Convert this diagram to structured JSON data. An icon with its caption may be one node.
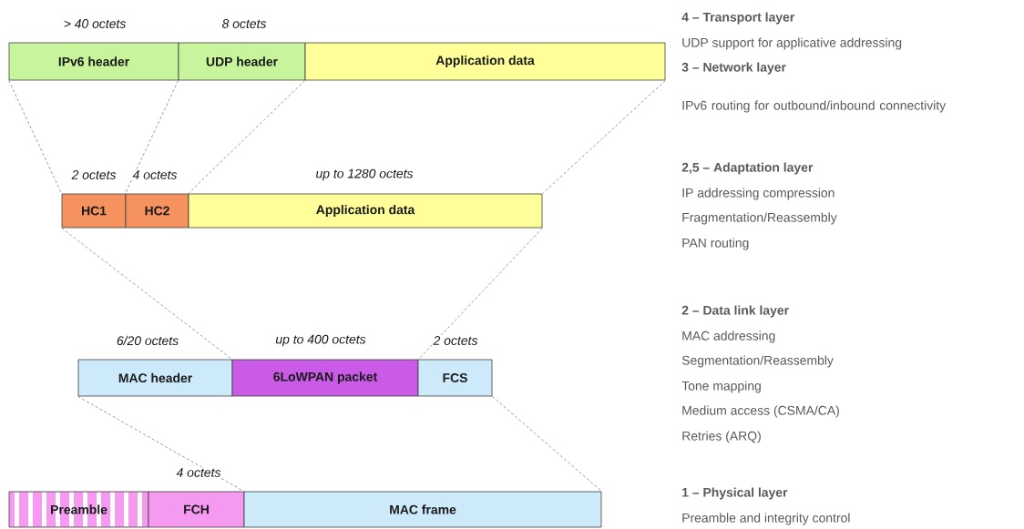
{
  "diagram": {
    "nodes": [
      {
        "text": [
          "IPv6 header"
        ],
        "beside": [
          "> 40 octets"
        ]
      },
      {
        "text": [
          "UDP header"
        ],
        "beside": [
          "8 octets"
        ]
      },
      {
        "text": [
          "Application data"
        ]
      },
      {
        "text": [
          "HC1"
        ],
        "beside": [
          "2 octets"
        ]
      },
      {
        "text": [
          "HC2"
        ],
        "beside": [
          "4 octets"
        ]
      },
      {
        "text": [
          "Application data"
        ],
        "beside": [
          "up to 1280 octets"
        ]
      },
      {
        "text": [
          "MAC header"
        ],
        "beside": [
          "6/20 octets"
        ]
      },
      {
        "text": [
          "6LoWPAN packet"
        ],
        "beside": [
          "up to 400 octets"
        ]
      },
      {
        "text": [
          "FCS"
        ],
        "beside": [
          "2 octets"
        ]
      },
      {
        "text": [
          "Preamble"
        ]
      },
      {
        "text": [
          "FCH"
        ],
        "beside": [
          "4 octets"
        ]
      },
      {
        "text": [
          "MAC frame"
        ]
      }
    ],
    "edges": [
      {
        "from": 0,
        "to": 3,
        "arrow": "none",
        "style": "dashed"
      },
      {
        "from": 1,
        "to": 4,
        "arrow": "none",
        "style": "dashed"
      },
      {
        "from": 2,
        "to": 5,
        "arrow": "none",
        "style": "dashed"
      },
      {
        "from": 2,
        "to": 5,
        "arrow": "none",
        "style": "dashed"
      },
      {
        "from": 3,
        "to": 7,
        "arrow": "none",
        "style": "dashed"
      },
      {
        "from": 5,
        "to": 7,
        "arrow": "none",
        "style": "dashed"
      },
      {
        "from": 6,
        "to": 11,
        "arrow": "none",
        "style": "dashed"
      },
      {
        "from": 8,
        "to": 11,
        "arrow": "none",
        "style": "dashed"
      }
    ],
    "labels": [
      "4 – Transport layer",
      "UDP support for applicative addressing",
      "3 – Network layer",
      "IPv6 routing for outbound/inbound connectivity",
      "2,5 – Adaptation layer",
      "IP addressing compression",
      "Fragmentation/Reassembly",
      "PAN routing",
      "2 – Data link layer",
      "MAC addressing",
      "Segmentation/Reassembly",
      "Tone mapping",
      "Medium access (CSMA/CA)",
      "Retries (ARQ)",
      "1 – Physical layer",
      "Preamble and integrity control"
    ]
  }
}
